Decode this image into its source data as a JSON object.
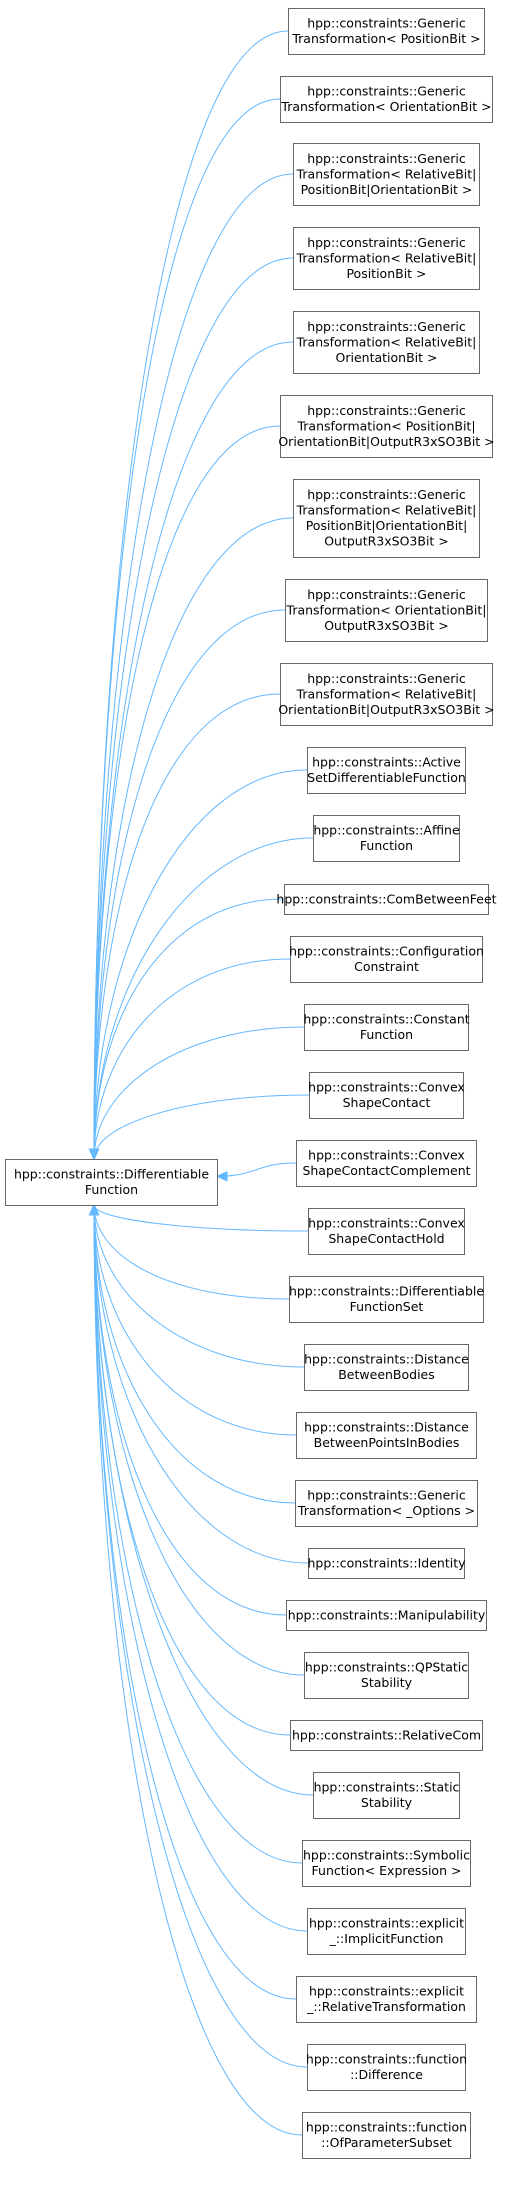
{
  "colors": {
    "edge": "#63b8ff",
    "node_border": "#666666",
    "node_fill": "#ffffff",
    "text": "#000000"
  },
  "base": {
    "lines": [
      "hpp::constraints::Differentiable",
      "Function"
    ]
  },
  "derived": [
    {
      "lines": [
        "hpp::constraints::Generic",
        "Transformation< PositionBit >"
      ]
    },
    {
      "lines": [
        "hpp::constraints::Generic",
        "Transformation< OrientationBit >"
      ]
    },
    {
      "lines": [
        "hpp::constraints::Generic",
        "Transformation< RelativeBit|",
        "PositionBit|OrientationBit >"
      ]
    },
    {
      "lines": [
        "hpp::constraints::Generic",
        "Transformation< RelativeBit|",
        "PositionBit >"
      ]
    },
    {
      "lines": [
        "hpp::constraints::Generic",
        "Transformation< RelativeBit|",
        "OrientationBit >"
      ]
    },
    {
      "lines": [
        "hpp::constraints::Generic",
        "Transformation< PositionBit|",
        "OrientationBit|OutputR3xSO3Bit >"
      ]
    },
    {
      "lines": [
        "hpp::constraints::Generic",
        "Transformation< RelativeBit|",
        "PositionBit|OrientationBit|",
        "OutputR3xSO3Bit >"
      ]
    },
    {
      "lines": [
        "hpp::constraints::Generic",
        "Transformation< OrientationBit|",
        "OutputR3xSO3Bit >"
      ]
    },
    {
      "lines": [
        "hpp::constraints::Generic",
        "Transformation< RelativeBit|",
        "OrientationBit|OutputR3xSO3Bit >"
      ]
    },
    {
      "lines": [
        "hpp::constraints::Active",
        "SetDifferentiableFunction"
      ]
    },
    {
      "lines": [
        "hpp::constraints::Affine",
        "Function"
      ]
    },
    {
      "lines": [
        "hpp::constraints::ComBetweenFeet"
      ]
    },
    {
      "lines": [
        "hpp::constraints::Configuration",
        "Constraint"
      ]
    },
    {
      "lines": [
        "hpp::constraints::Constant",
        "Function"
      ]
    },
    {
      "lines": [
        "hpp::constraints::Convex",
        "ShapeContact"
      ]
    },
    {
      "lines": [
        "hpp::constraints::Convex",
        "ShapeContactComplement"
      ]
    },
    {
      "lines": [
        "hpp::constraints::Convex",
        "ShapeContactHold"
      ]
    },
    {
      "lines": [
        "hpp::constraints::Differentiable",
        "FunctionSet"
      ]
    },
    {
      "lines": [
        "hpp::constraints::Distance",
        "BetweenBodies"
      ]
    },
    {
      "lines": [
        "hpp::constraints::Distance",
        "BetweenPointsInBodies"
      ]
    },
    {
      "lines": [
        "hpp::constraints::Generic",
        "Transformation< _Options >"
      ]
    },
    {
      "lines": [
        "hpp::constraints::Identity"
      ]
    },
    {
      "lines": [
        "hpp::constraints::Manipulability"
      ]
    },
    {
      "lines": [
        "hpp::constraints::QPStatic",
        "Stability"
      ]
    },
    {
      "lines": [
        "hpp::constraints::RelativeCom"
      ]
    },
    {
      "lines": [
        "hpp::constraints::Static",
        "Stability"
      ]
    },
    {
      "lines": [
        "hpp::constraints::Symbolic",
        "Function< Expression >"
      ]
    },
    {
      "lines": [
        "hpp::constraints::explicit",
        "_::ImplicitFunction"
      ]
    },
    {
      "lines": [
        "hpp::constraints::explicit",
        "_::RelativeTransformation"
      ]
    },
    {
      "lines": [
        "hpp::constraints::function",
        "::Difference"
      ]
    },
    {
      "lines": [
        "hpp::constraints::function",
        "::OfParameterSubset"
      ]
    }
  ]
}
